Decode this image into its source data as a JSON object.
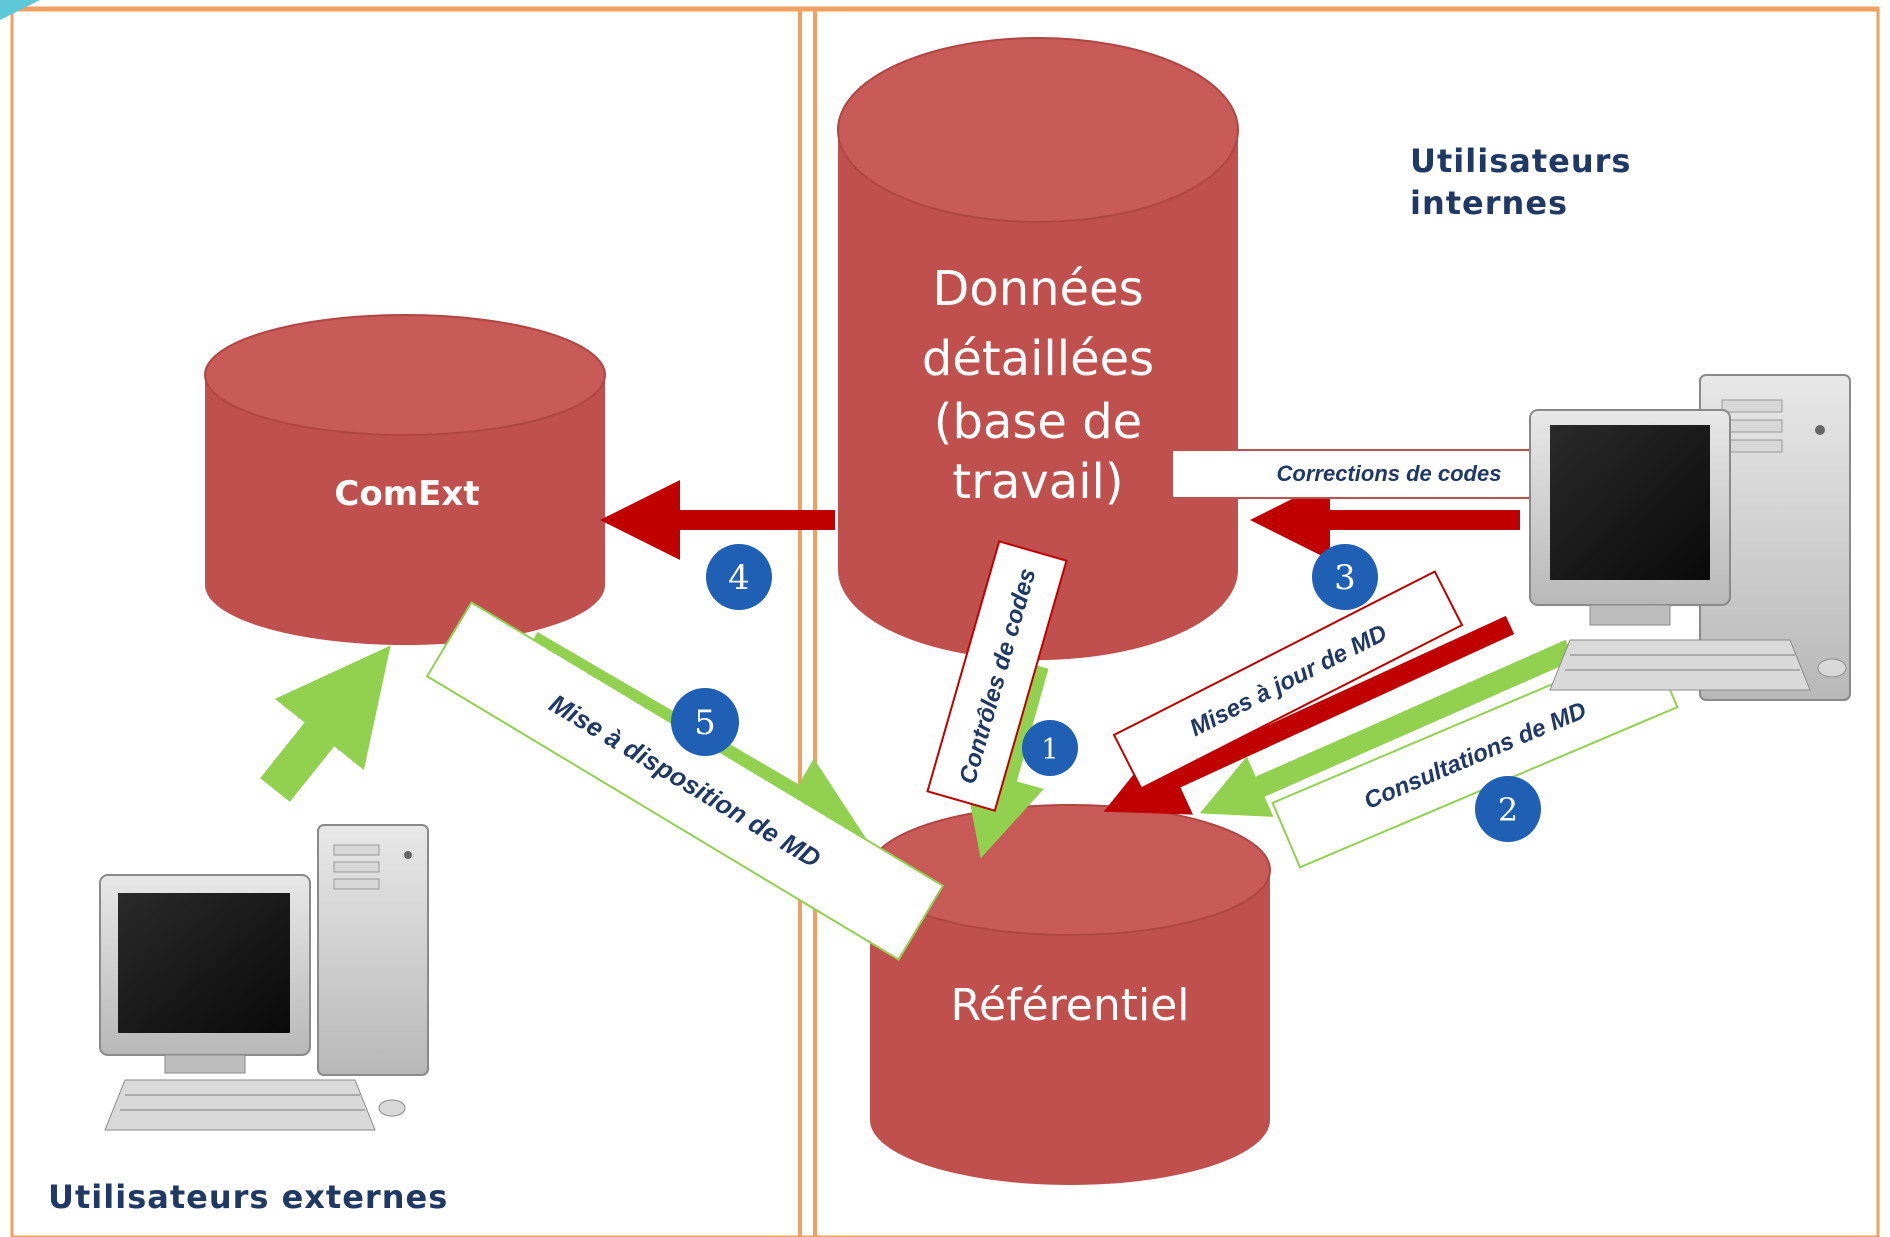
{
  "colors": {
    "border": "#f0a060",
    "cylinder": "#c0504d",
    "cylinder_top": "#c85a57",
    "red_arrow": "#c00000",
    "green_arrow": "#92d050",
    "badge": "#1f5fb4",
    "text_dark": "#1f3864"
  },
  "databases": {
    "donnees": {
      "lines": [
        "Données",
        "détaillées",
        "(base de",
        "travail)"
      ]
    },
    "comext": {
      "label": "ComExt"
    },
    "referentiel": {
      "label": "Référentiel"
    }
  },
  "users": {
    "internal": {
      "lines": [
        "Utilisateurs",
        "internes"
      ]
    },
    "external": {
      "label": "Utilisateurs externes"
    }
  },
  "flows": {
    "corrections": "Corrections de codes",
    "controles": "Contrôles de codes",
    "mises_a_jour": "Mises à jour de MD",
    "consultations": "Consultations de MD",
    "mise_a_disposition": "Mise à disposition de MD"
  },
  "badges": [
    "1",
    "2",
    "3",
    "4",
    "5"
  ]
}
